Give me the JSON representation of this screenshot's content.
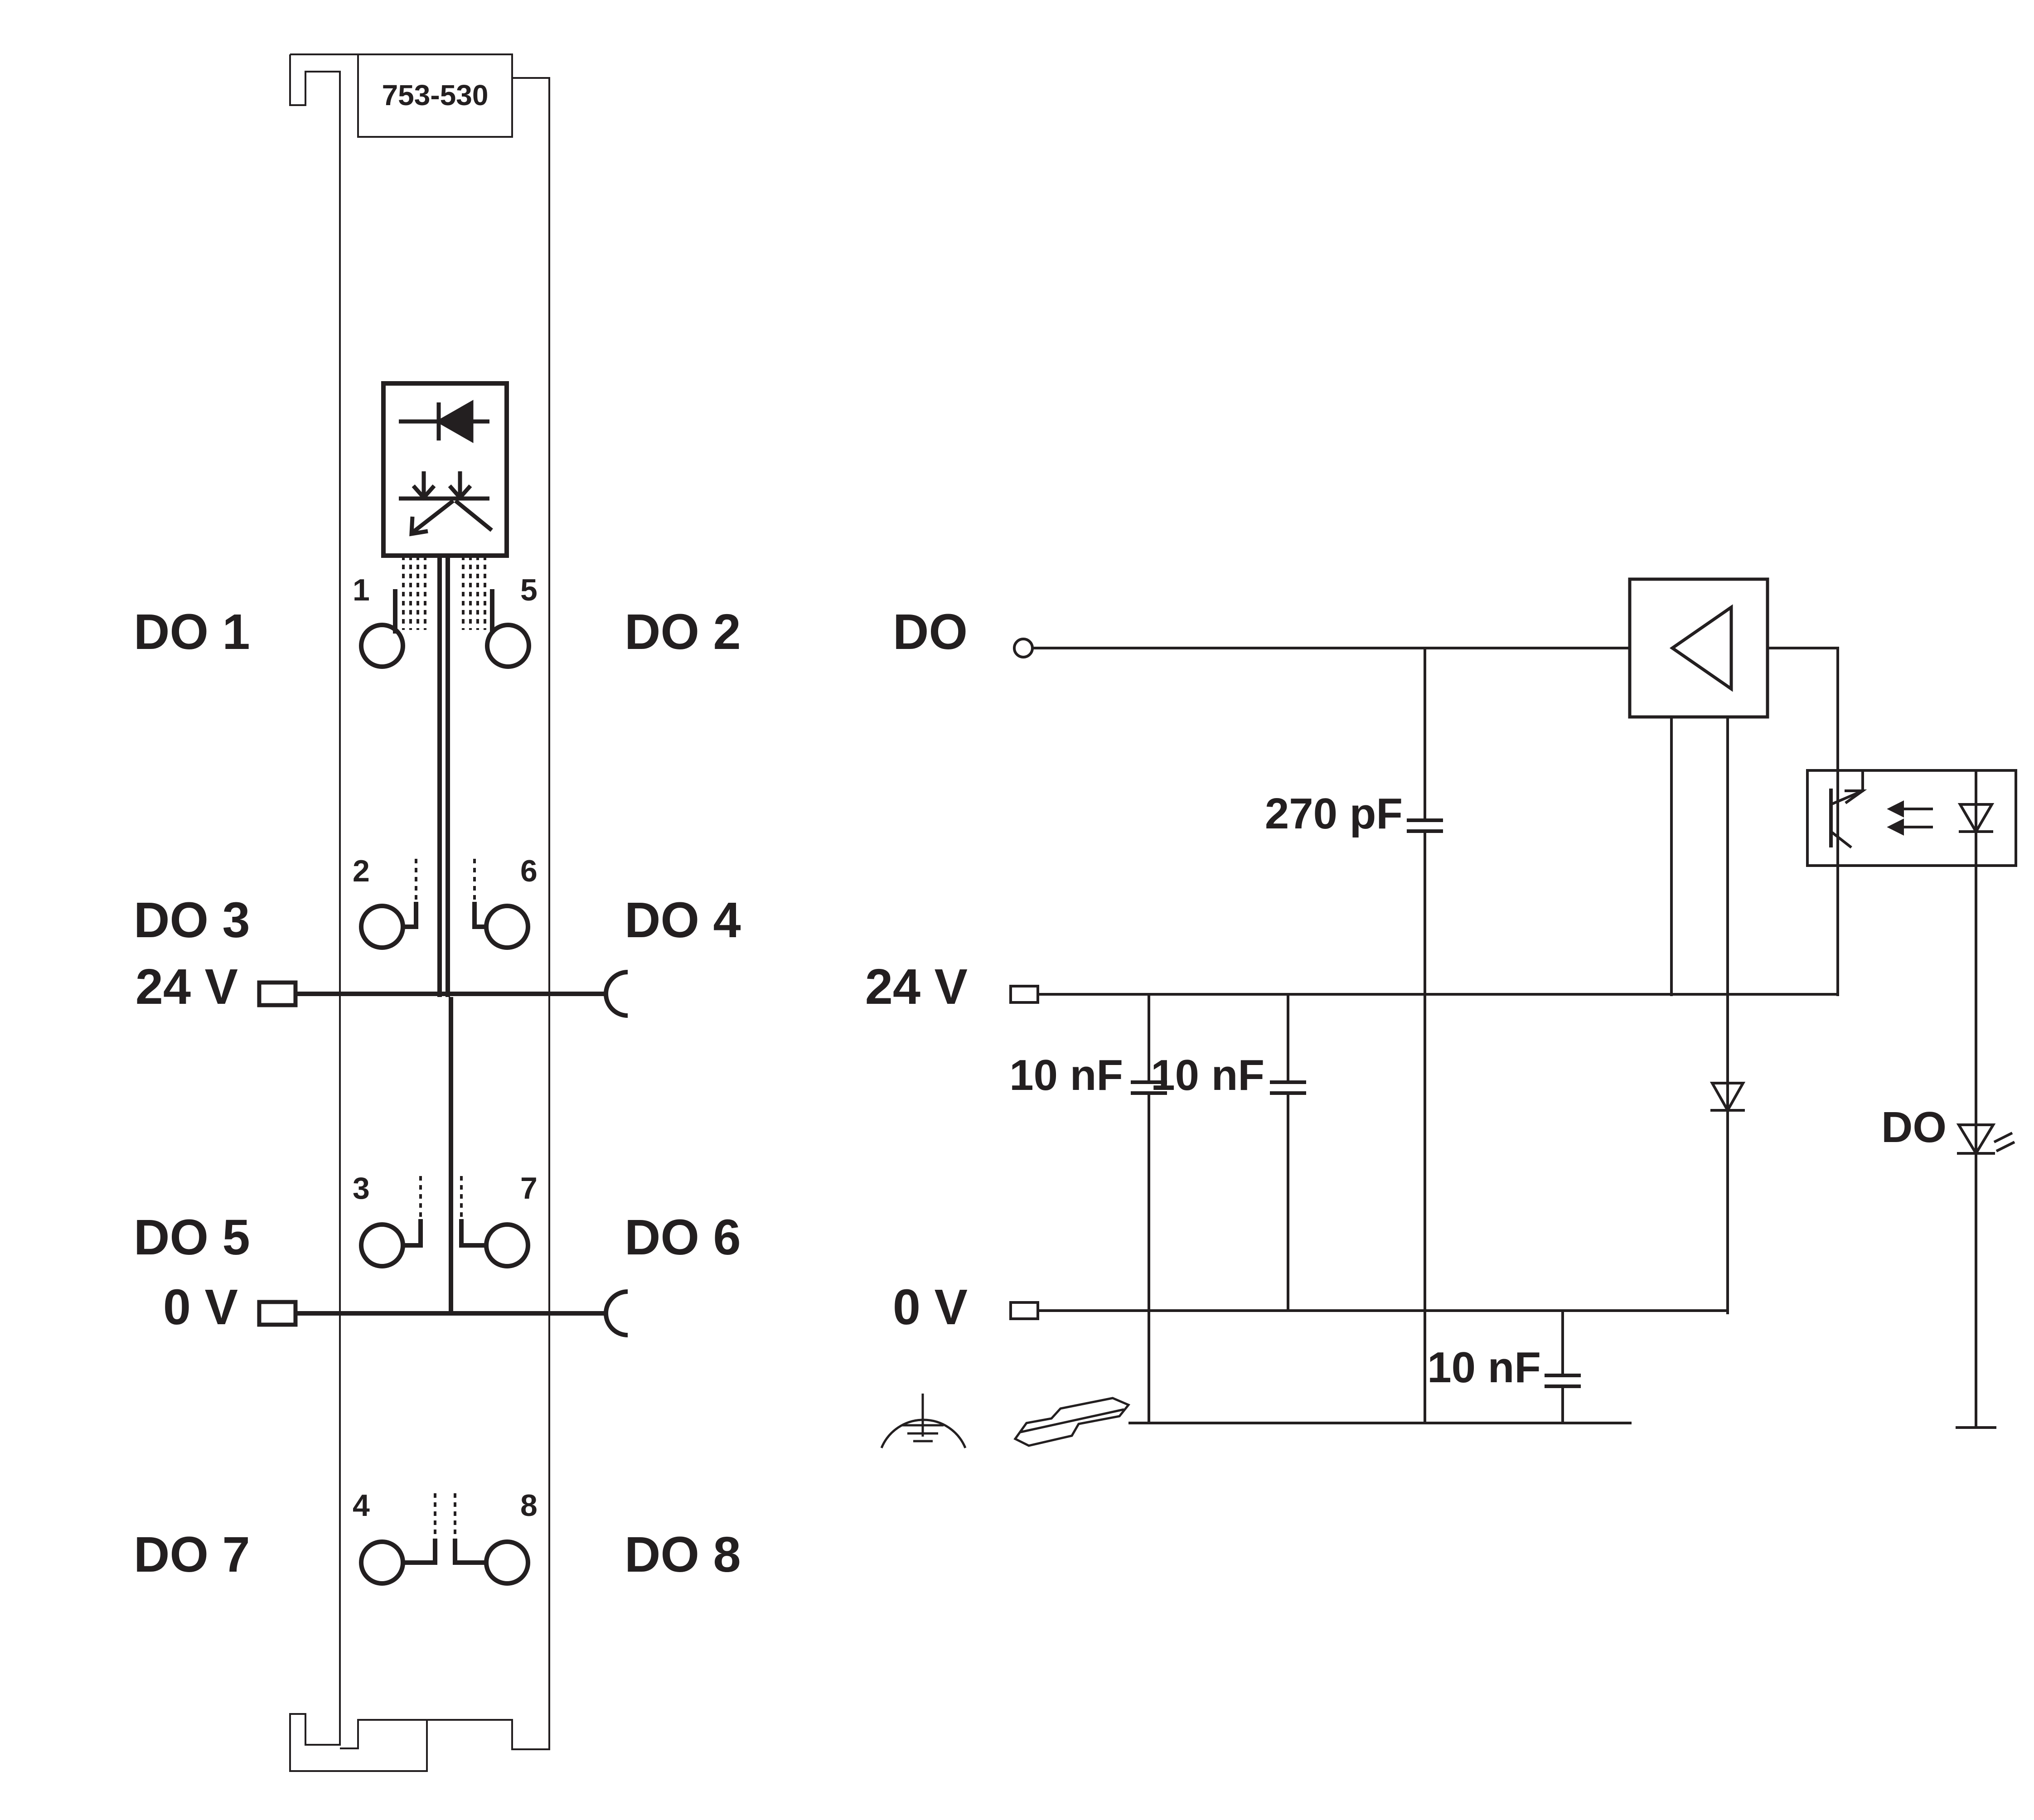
{
  "module": {
    "model": "753-530"
  },
  "terminal_block": {
    "channels": [
      {
        "label": "DO 1",
        "pin": "1"
      },
      {
        "label": "DO 2",
        "pin": "5"
      },
      {
        "label": "DO 3",
        "pin": "2"
      },
      {
        "label": "DO 4",
        "pin": "6"
      },
      {
        "label": "DO 5",
        "pin": "3"
      },
      {
        "label": "DO 6",
        "pin": "7"
      },
      {
        "label": "DO 7",
        "pin": "4"
      },
      {
        "label": "DO 8",
        "pin": "8"
      }
    ],
    "supply_24v": "24 V",
    "supply_0v": "0 V"
  },
  "schematic": {
    "do_input": "DO",
    "rail_24v": "24 V",
    "rail_0v": "0 V",
    "cap_signal": "270 pF",
    "cap_24v_a": "10 nF",
    "cap_24v_b": "10 nF",
    "cap_0v": "10 nF",
    "led_label": "DO"
  },
  "colors": {
    "line": "#231f20",
    "background": "#ffffff"
  }
}
